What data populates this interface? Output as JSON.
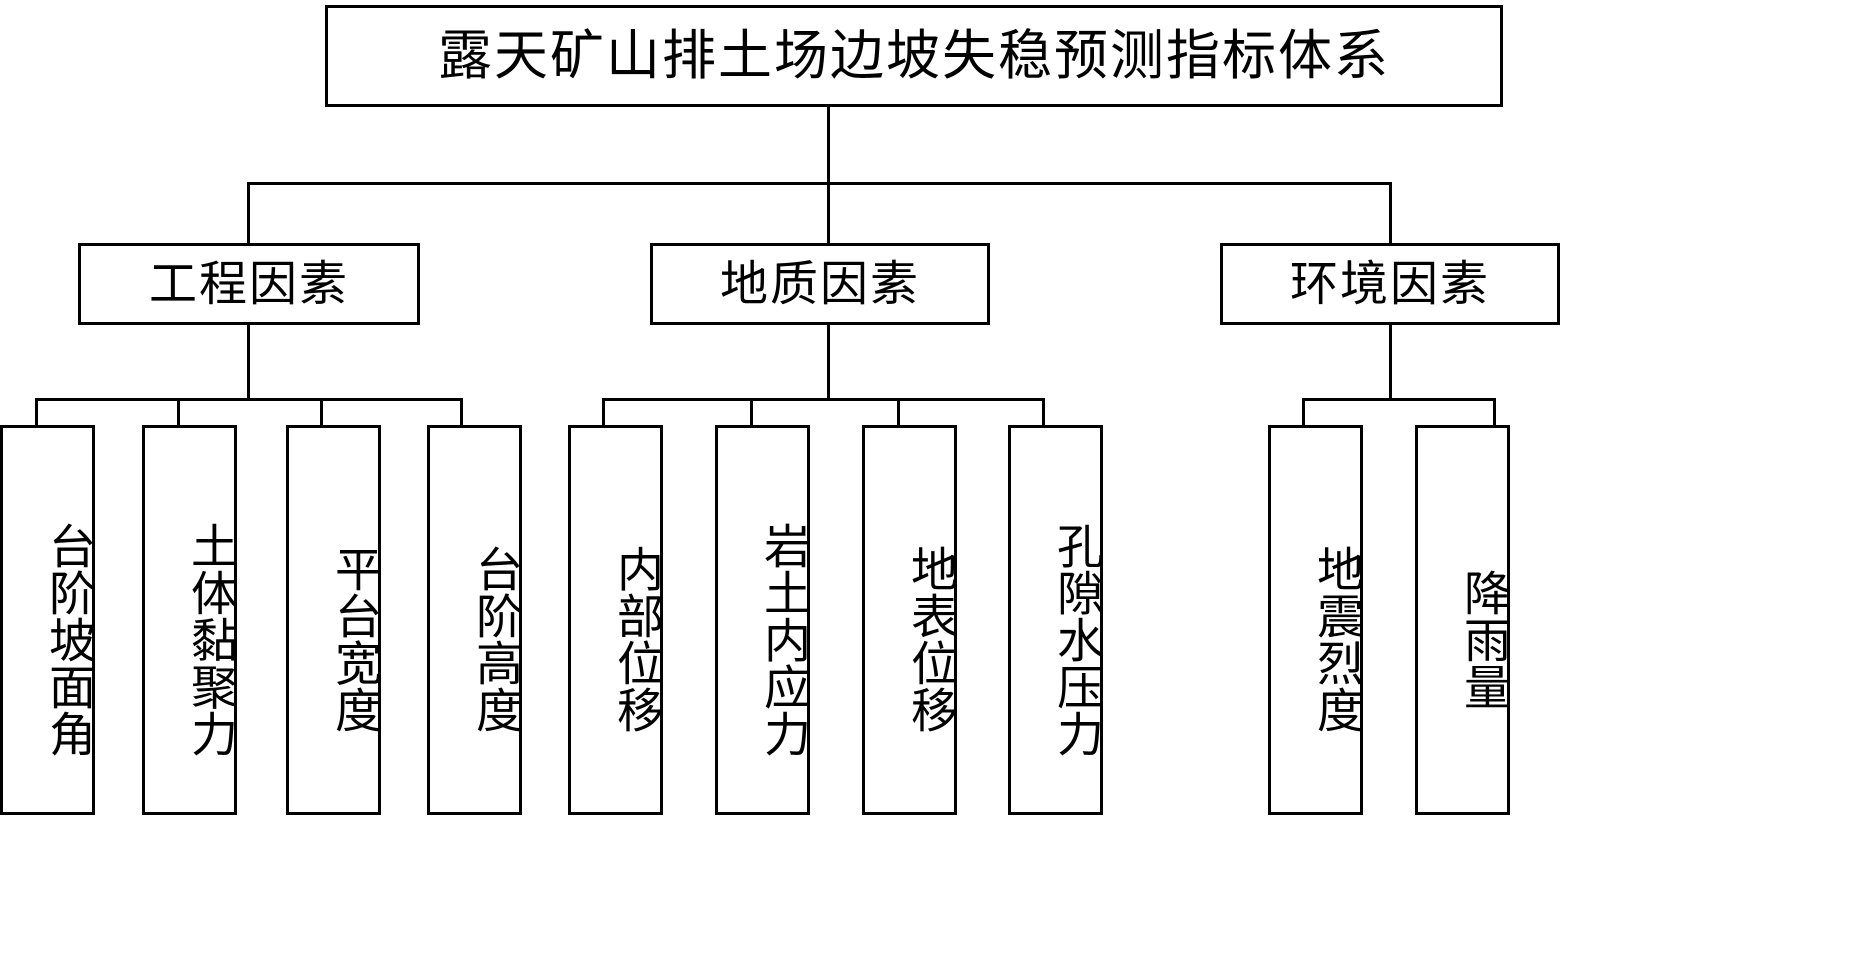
{
  "diagram": {
    "type": "hierarchy-tree",
    "orientation": "top-down",
    "line_color": "#000000",
    "box_fill": "#ffffff",
    "levels": 3,
    "root": {
      "label": "露天矿山排土场边坡失稳预测指标体系"
    },
    "categories": [
      {
        "id": "engineering",
        "label": "工程因素",
        "indicators": [
          {
            "id": "bench-slope-angle",
            "label": "台阶坡面角"
          },
          {
            "id": "soil-cohesion",
            "label": "土体黏聚力"
          },
          {
            "id": "platform-width",
            "label": "平台宽度"
          },
          {
            "id": "bench-height",
            "label": "台阶高度"
          }
        ]
      },
      {
        "id": "geological",
        "label": "地质因素",
        "indicators": [
          {
            "id": "internal-displacement",
            "label": "内部位移"
          },
          {
            "id": "rock-soil-internal-stress",
            "label": "岩土内应力"
          },
          {
            "id": "surface-displacement",
            "label": "地表位移"
          },
          {
            "id": "pore-water-pressure",
            "label": "孔隙水压力"
          }
        ]
      },
      {
        "id": "environmental",
        "label": "环境因素",
        "indicators": [
          {
            "id": "seismic-intensity",
            "label": "地震烈度"
          },
          {
            "id": "rainfall",
            "label": "降雨量"
          }
        ]
      }
    ]
  }
}
